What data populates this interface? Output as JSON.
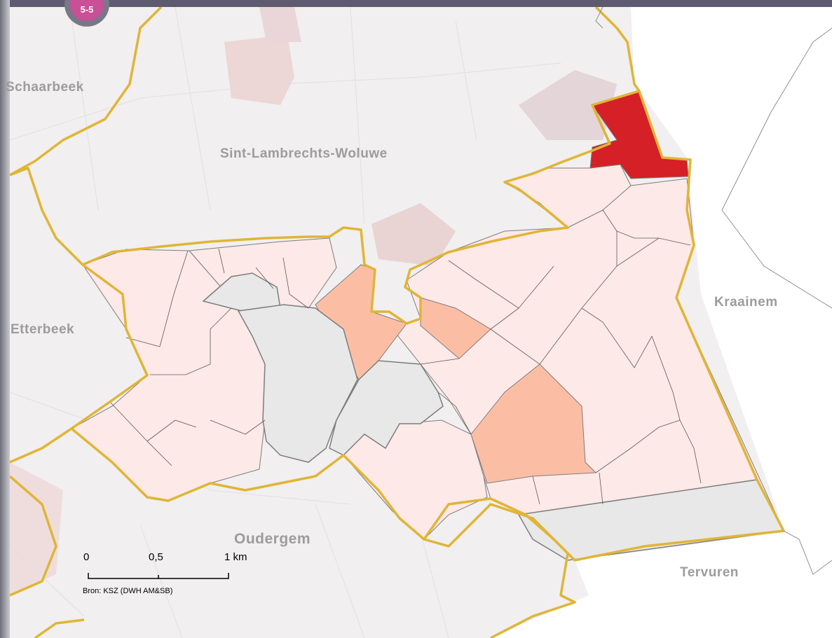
{
  "header": {
    "badge": "5-5",
    "title": ""
  },
  "map": {
    "labels": {
      "schaarbeek": "Schaarbeek",
      "sint_lambrechts_woluwe": "Sint-Lambrechts-Woluwe",
      "etterbeek": "Etterbeek",
      "kraainem": "Kraainem",
      "oudergem": "Oudergem",
      "tervuren": "Tervuren"
    },
    "scale": {
      "zero": "0",
      "half": "0,5",
      "one": "1 km"
    },
    "source": "Bron: KSZ (DWH AM&SB)",
    "colors": {
      "background_zone": "#f3f1f1",
      "low": "#fde9e7",
      "medium": "#fbbea5",
      "high": "#d42026",
      "no_data": "#e8e8e8",
      "commune_border": "#e0b536",
      "district_border": "#888888"
    }
  }
}
